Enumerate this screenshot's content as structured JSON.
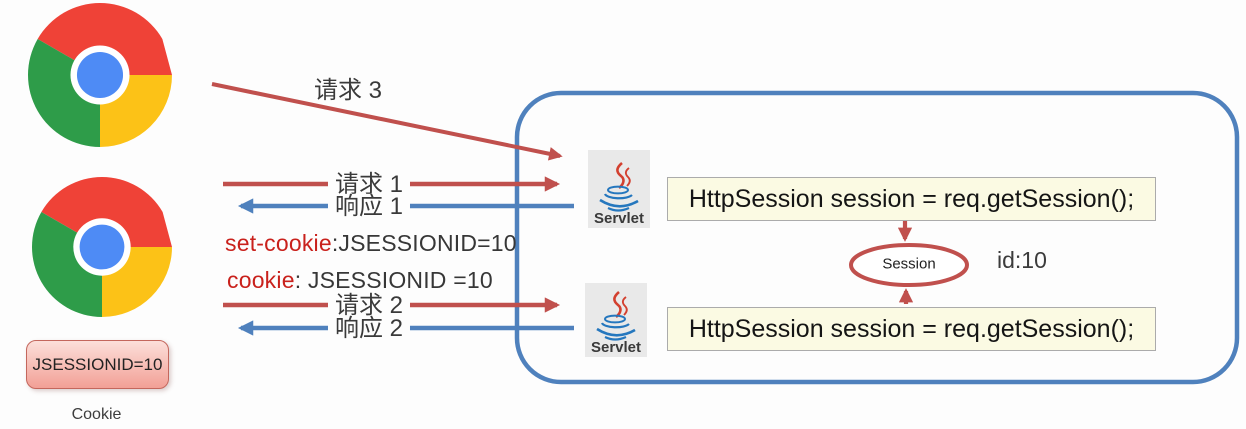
{
  "browser": {
    "chrome_icon_top": "chrome-browser-logo",
    "chrome_icon_bottom": "chrome-browser-logo",
    "cookie_store": {
      "value": "JSESSIONID=10",
      "caption": "Cookie"
    }
  },
  "messages": {
    "request3": "请求 3",
    "request1": "请求 1",
    "response1": "响应 1",
    "request2": "请求 2",
    "response2": "响应 2",
    "set_cookie_header": {
      "key": "set-cookie",
      "rest": ":JSESSIONID=10"
    },
    "cookie_header": {
      "key": "cookie",
      "rest": ": JSESSIONID =10"
    }
  },
  "server": {
    "servlet1": {
      "icon": "java-servlet-logo",
      "label": "Servlet",
      "code": "HttpSession session = req.getSession();"
    },
    "servlet2": {
      "icon": "java-servlet-logo",
      "label": "Servlet",
      "code": "HttpSession session = req.getSession();"
    },
    "session": {
      "label": "Session",
      "id": "id:10"
    }
  },
  "colors": {
    "request_arrow_red": "#C0504D",
    "response_arrow_blue": "#4F81BD",
    "server_boundary_blue": "#4F81BD",
    "session_ring_red": "#C0504D",
    "header_keyword_red": "#C9211C",
    "code_box_bg": "#FBFAE3",
    "cookie_box_gradient_top": "#FCDFDA",
    "cookie_box_gradient_bottom": "#F2A096"
  }
}
